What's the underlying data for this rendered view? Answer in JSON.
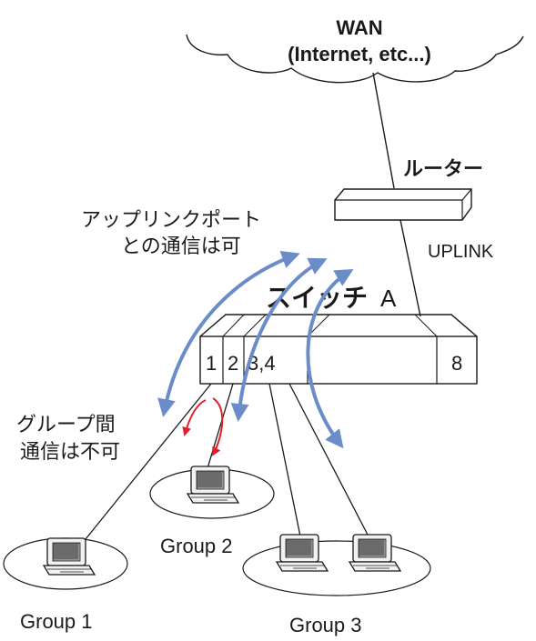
{
  "wan": {
    "line1": "WAN",
    "line2": "(Internet, etc...)"
  },
  "router": {
    "label": "ルーター",
    "uplink_label": "UPLINK"
  },
  "switch": {
    "label_kana": "スイッチ",
    "label_letter": "A",
    "ports": [
      "1",
      "2",
      "3,4",
      "8"
    ]
  },
  "notes": {
    "uplink_ok_line1": "アップリンクポート",
    "uplink_ok_line2": "との通信は可",
    "inter_group_line1": "グループ間",
    "inter_group_line2": "通信は不可"
  },
  "groups": {
    "group1": "Group 1",
    "group2": "Group 2",
    "group3": "Group 3"
  },
  "colors": {
    "allowed_arrow": "#6a8cc9",
    "blocked_arrow": "#e0202a",
    "line": "#1a1a1a"
  }
}
